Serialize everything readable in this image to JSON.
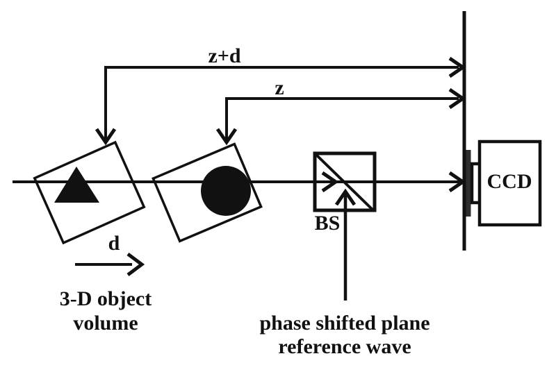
{
  "colors": {
    "ink": "#111111",
    "background": "#ffffff"
  },
  "diagram": {
    "labels": {
      "z_plus_d": "z+d",
      "z": "z",
      "d": "d",
      "beam_splitter": "BS",
      "detector": "CCD",
      "object_line1": "3-D object",
      "object_line2": "volume",
      "reference_line1": "phase shifted plane",
      "reference_line2": "reference wave"
    }
  }
}
